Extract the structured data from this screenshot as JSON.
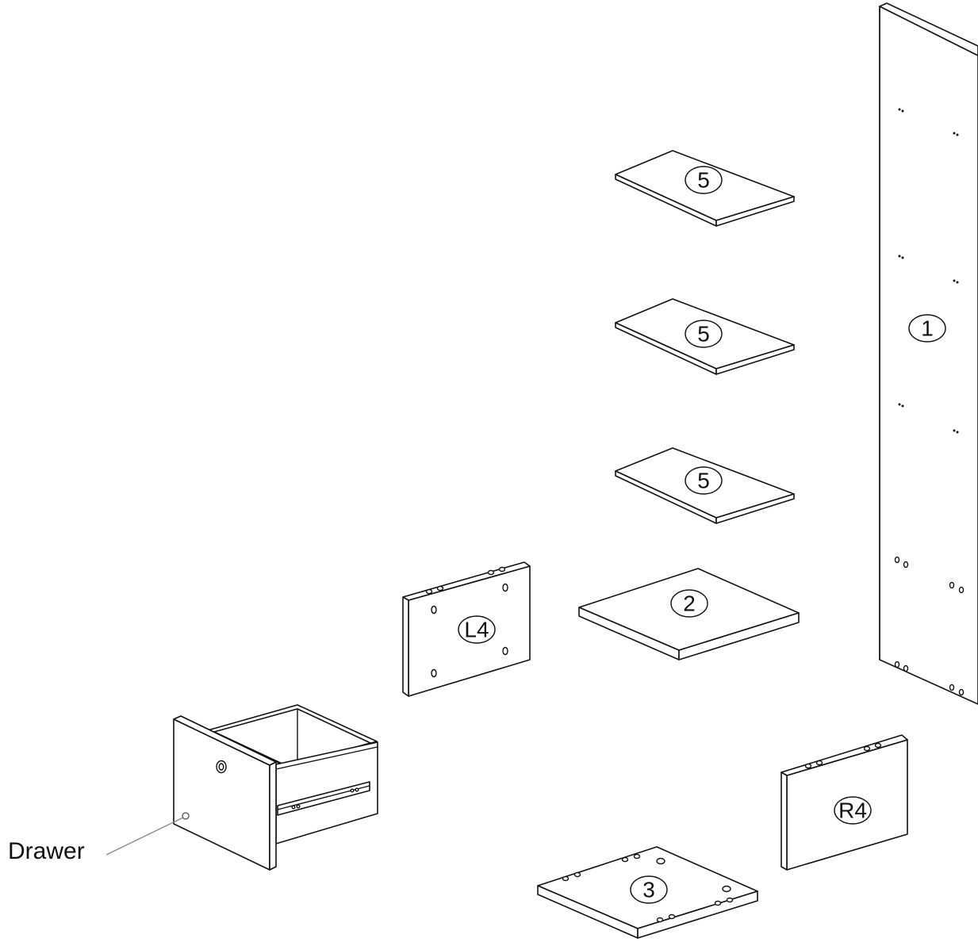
{
  "parts": {
    "side_panel": {
      "label": "1"
    },
    "shelf_top": {
      "label": "5"
    },
    "shelf_middle": {
      "label": "5"
    },
    "shelf_lower": {
      "label": "5"
    },
    "fixed_shelf": {
      "label": "2"
    },
    "left_drawer_side": {
      "label": "L4"
    },
    "right_drawer_side": {
      "label": "R4"
    },
    "bottom_panel": {
      "label": "3"
    }
  },
  "callout": {
    "drawer_label": "Drawer"
  }
}
